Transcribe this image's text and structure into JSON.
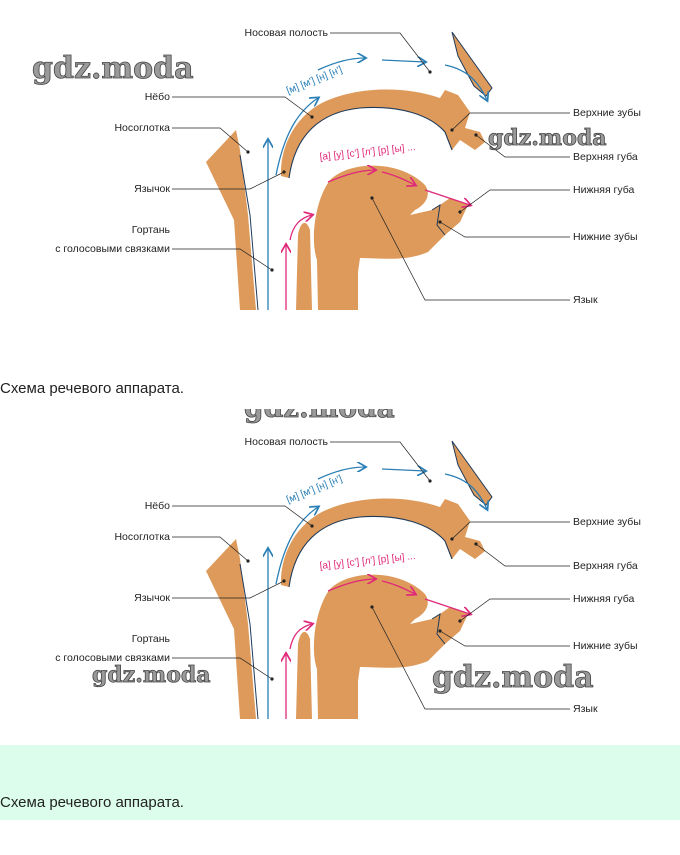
{
  "diagram": {
    "labels": {
      "nasal_cavity": "Носовая полость",
      "palate": "Нёбо",
      "nasopharynx": "Носоглотка",
      "uvula": "Язычок",
      "larynx_1": "Гортань",
      "larynx_2": "с голосовыми связками",
      "upper_teeth": "Верхние зубы",
      "upper_lip": "Верхняя губа",
      "lower_lip": "Нижняя губа",
      "lower_teeth": "Нижние зубы",
      "tongue": "Язык"
    },
    "nasal_sounds": "[м] [м'] [н] [н']",
    "oral_sounds": "[а] [у] [с'] [л'] [р] [ы] ...",
    "colors": {
      "tissue": "#dd9a5b",
      "nasal_flow": "#2a7fb5",
      "oral_flow": "#e0287a",
      "outline": "#1f3a5a"
    }
  },
  "watermark": "gdz.moda",
  "captions": [
    "Схема речевого аппарата.",
    "Схема речевого аппарата."
  ]
}
